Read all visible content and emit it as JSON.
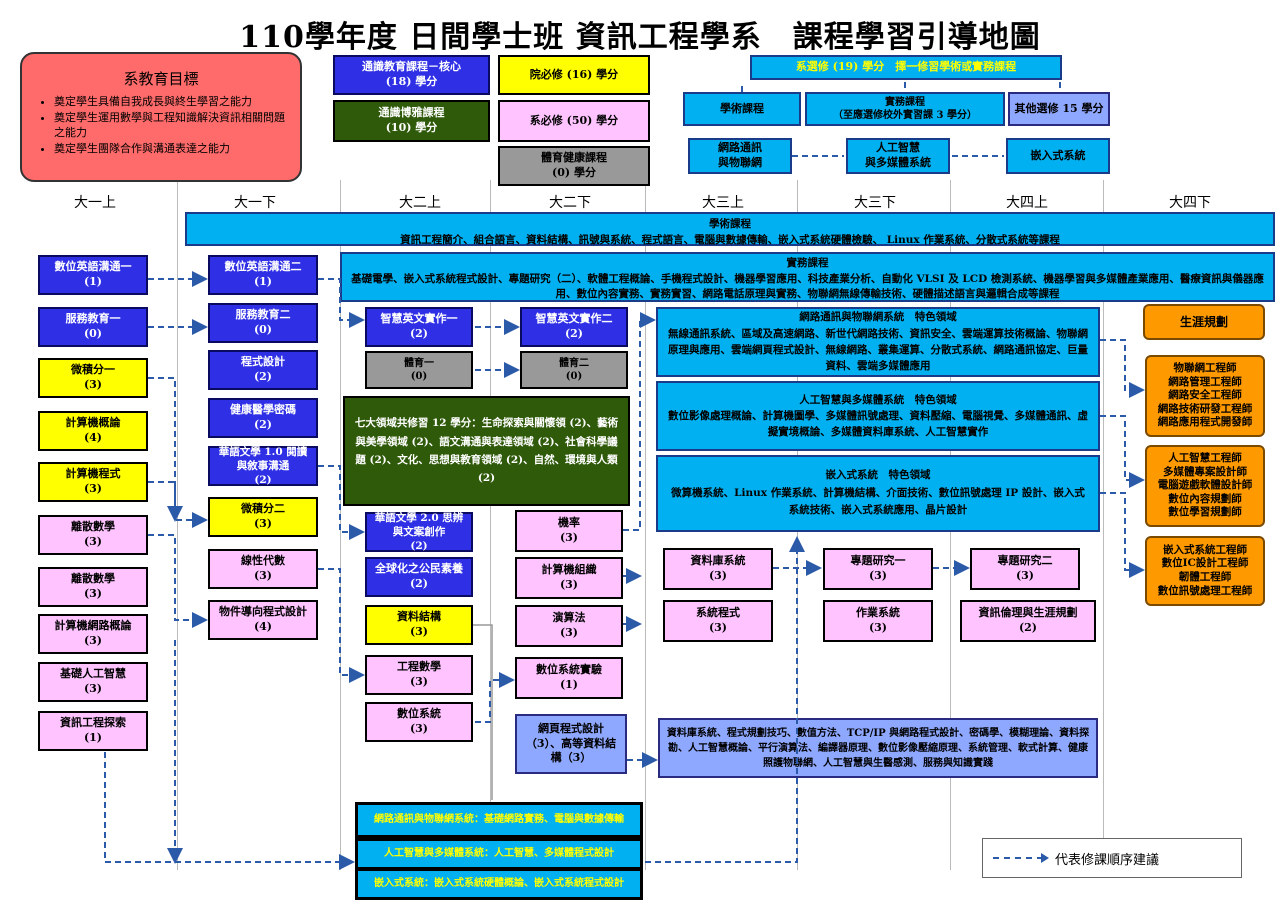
{
  "title": "110學年度 日間學士班 資訊工程學系　課程學習引導地圖",
  "goals": {
    "title": "系教育目標",
    "items": [
      "奠定學生具備自我成長與終生學習之能力",
      "奠定學生運用數學與工程知識解決資訊相關問題之能力",
      "奠定學生團隊合作與溝通表達之能力"
    ]
  },
  "credits": {
    "gen_core": [
      "通識教育課程－核心",
      "(18) 學分"
    ],
    "gen_broad": [
      "通識博雅課程",
      "(10) 學分"
    ],
    "college_req": "院必修 (16) 學分",
    "dept_req": "系必修 (50) 學分",
    "pe": [
      "體育健康課程",
      "(0) 學分"
    ]
  },
  "electives": {
    "header": "系選修 (19) 學分　擇一修習學術或實務課程",
    "academic": "學術課程",
    "practical": [
      "實務課程",
      "（至應選修校外實習課 3 學分）"
    ],
    "other": "其他選修 15 學分",
    "net": [
      "網路通訊",
      "與物聯網"
    ],
    "ai": [
      "人工智慧",
      "與多媒體系統"
    ],
    "embedded": "嵌入式系統"
  },
  "columns": [
    "大一上",
    "大一下",
    "大二上",
    "大二下",
    "大三上",
    "大三下",
    "大四上",
    "大四下"
  ],
  "academic_track": {
    "title": "學術課程",
    "body": "資訊工程簡介、組合語言、資料結構、訊號與系統、程式語言、電腦與數據傳輸、嵌入式系統硬體檢驗、 Linux 作業系統、分散式系統等課程"
  },
  "practical_track": {
    "title": "實務課程",
    "body": "基礎電學、嵌入式系統程式設計、專題研究（二）、軟體工程概論、手機程式設計、機器學習應用、科技產業分析、自動化 VLSI 及 LCD 檢測系統、機器學習與多媒體產業應用、醫療資訊與儀器應用、數位內容實務、實務實習、網路電話原理與實務、物聯網無線傳輸技術、硬體描述語言與邏輯合成等課程"
  },
  "y1s1": [
    {
      "name": "數位英語溝通一",
      "credits": "(1)"
    },
    {
      "name": "服務教育一",
      "credits": "(0)"
    },
    {
      "name": "微積分一",
      "credits": "(3)"
    },
    {
      "name": "計算機概論",
      "credits": "(4)"
    },
    {
      "name": "計算機程式",
      "credits": "(3)"
    },
    {
      "name": "離散數學",
      "credits": "(3)"
    },
    {
      "name": "離散數學",
      "credits": "(3)"
    },
    {
      "name": "計算機網路概論",
      "credits": "(3)"
    },
    {
      "name": "基礎人工智慧",
      "credits": "(3)"
    },
    {
      "name": "資訊工程探索",
      "credits": "(1)"
    }
  ],
  "y1s2": [
    {
      "name": "數位英語溝通二",
      "credits": "(1)"
    },
    {
      "name": "服務教育二",
      "credits": "(0)"
    },
    {
      "name": "程式設計",
      "credits": "(2)"
    },
    {
      "name": "健康醫學密碼",
      "credits": "(2)"
    },
    {
      "name": "華語文學 1.0 閱讀與敘事溝通",
      "credits": "(2)"
    },
    {
      "name": "微積分二",
      "credits": "(3)"
    },
    {
      "name": "線性代數",
      "credits": "(3)"
    },
    {
      "name": "物件導向程式設計",
      "credits": "(4)"
    }
  ],
  "y2s1": [
    {
      "name": "智慧英文實作一",
      "credits": "(2)"
    },
    {
      "name": "體育一",
      "credits": "(0)"
    },
    {
      "name": "華語文學 2.0 思辨與文案創作",
      "credits": "(2)"
    },
    {
      "name": "全球化之公民素養",
      "credits": "(2)"
    },
    {
      "name": "資料結構",
      "credits": "(3)"
    },
    {
      "name": "工程數學",
      "credits": "(3)"
    },
    {
      "name": "數位系統",
      "credits": "(3)"
    }
  ],
  "y2s2": [
    {
      "name": "智慧英文實作二",
      "credits": "(2)"
    },
    {
      "name": "體育二",
      "credits": "(0)"
    },
    {
      "name": "機率",
      "credits": "(3)"
    },
    {
      "name": "計算機組織",
      "credits": "(3)"
    },
    {
      "name": "演算法",
      "credits": "(3)"
    },
    {
      "name": "數位系統實驗",
      "credits": "(1)"
    },
    {
      "name": "網頁程式設計（3）、高等資料結構（3）",
      "credits": ""
    }
  ],
  "general_ed": "七大領域共修習 12 學分：生命探索與關懷領 (2)、藝術與美學領域 (2)、語文溝通與表達領域 (2)、社會科學議題 (2)、文化、思想與教育領域 (2)、自然、環境與人類 (2)",
  "domains": [
    {
      "title": "網路通訊與物聯網系統　特色領域",
      "body": "無線通訊系統、區域及高速網路、新世代網路技術、資訊安全、雲端運算技術概論、物聯網原理與應用、雲端網頁程式設計、無線網路、叢集運算、分散式系統、網路通訊協定、巨量資料、雲端多媒體應用"
    },
    {
      "title": "人工智慧與多媒體系統　特色領域",
      "body": "數位影像處理概論、計算機圖學、多媒體訊號處理、資料壓縮、電腦視覺、多媒體通訊、虛擬實境概論、多媒體資料庫系統、人工智慧實作"
    },
    {
      "title": "嵌入式系統　特色領域",
      "body": "微算機系統、Linux 作業系統、計算機結構、介面技術、數位訊號處理 IP 設計、嵌入式系統技術、嵌入式系統應用、晶片設計"
    }
  ],
  "y3_courses": [
    {
      "name": "資料庫系統",
      "credits": "(3)"
    },
    {
      "name": "系統程式",
      "credits": "(3)"
    },
    {
      "name": "專題研究一",
      "credits": "(3)"
    },
    {
      "name": "作業系統",
      "credits": "(3)"
    },
    {
      "name": "專題研究二",
      "credits": "(3)"
    },
    {
      "name": "資訊倫理與生涯規劃",
      "credits": "(2)"
    }
  ],
  "electives_list": "資料庫系統、程式規劃技巧、數值方法、TCP/IP 與網路程式設計、密碼學、模糊理論、資料探勘、人工智慧概論、平行演算法、編譯器原理、數位影像壓縮原理、系統管理、軟式計算、健康照護物聯網、人工智慧與生醫感測、服務與知識實踐",
  "careers": {
    "title": "生涯規劃",
    "groups": [
      [
        "物聯網工程師",
        "網路管理工程師",
        "網路安全工程師",
        "網路技術研發工程師",
        "網路應用程式開發師"
      ],
      [
        "人工智慧工程師",
        "多媒體專案設計師",
        "電腦遊戲軟體設計師",
        "數位內容規劃師",
        "數位學習規劃師"
      ],
      [
        "嵌入式系統工程師",
        "數位IC設計工程師",
        "韌體工程師",
        "數位訊號處理工程師"
      ]
    ]
  },
  "bottom_tracks": [
    "網路通訊與物聯網系統：基礎網路實務、電腦與數據傳輸",
    "人工智慧與多媒體系統：人工智慧、多媒體程式設計",
    "嵌入式系統：嵌入式系統硬體概論、嵌入式系統程式設計"
  ],
  "legend": "代表修課順序建議"
}
